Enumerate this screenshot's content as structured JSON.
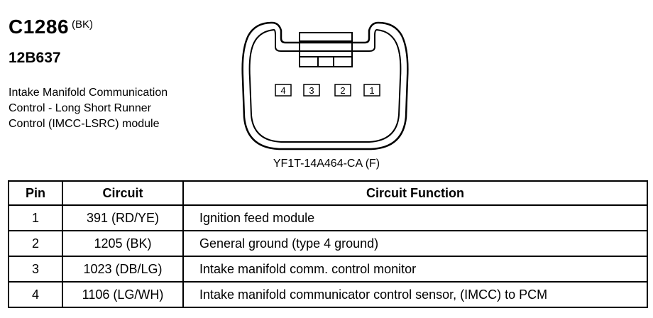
{
  "header": {
    "connector_id": "C1286",
    "color_code": "(BK)",
    "part_number": "12B637",
    "description_lines": [
      "Intake Manifold Communication",
      "Control - Long Short Runner",
      "Control (IMCC-LSRC) module"
    ]
  },
  "connector": {
    "pin_labels": [
      "4",
      "3",
      "2",
      "1"
    ],
    "part_label": "YF1T-14A464-CA (F)"
  },
  "table": {
    "headers": [
      "Pin",
      "Circuit",
      "Circuit Function"
    ],
    "rows": [
      {
        "pin": "1",
        "circuit": "391 (RD/YE)",
        "function": "Ignition feed module"
      },
      {
        "pin": "2",
        "circuit": "1205 (BK)",
        "function": "General ground (type 4 ground)"
      },
      {
        "pin": "3",
        "circuit": "1023 (DB/LG)",
        "function": "Intake manifold comm. control monitor"
      },
      {
        "pin": "4",
        "circuit": "1106 (LG/WH)",
        "function": "Intake manifold communicator control sensor, (IMCC) to PCM"
      }
    ]
  }
}
